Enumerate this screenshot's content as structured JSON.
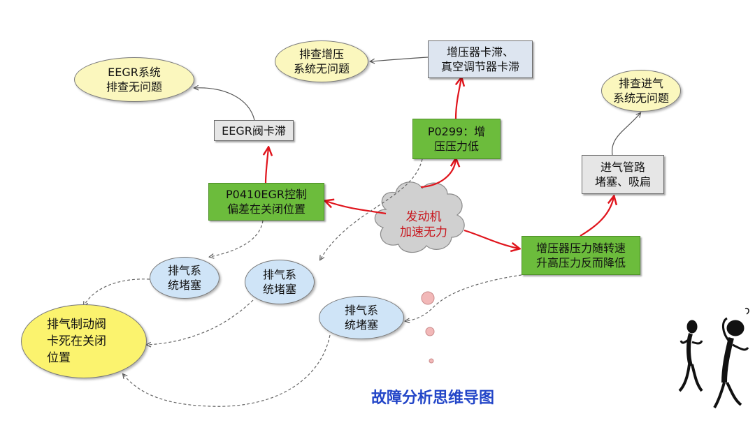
{
  "nodes": {
    "eegr_ok": "EEGR系统\n排查无问题",
    "eegr_valve": "EEGR阀卡滞",
    "p0410": "P0410EGR控制\n偏差在关闭位置",
    "boost_ok": "排查增压\n系统无问题",
    "turbo_stuck": "增压器卡滞、\n真空调节器卡滞",
    "p0299": "P0299：增\n压压力低",
    "intake_ok": "排查进气\n系统无问题",
    "intake_block": "进气管路\n堵塞、吸扁",
    "boost_drop": "增压器压力随转速\n升高压力反而降低",
    "center": "发动机\n加速无力",
    "exhaust1": "排气系\n统堵塞",
    "exhaust2": "排气系\n统堵塞",
    "exhaust3": "排气系\n统堵塞",
    "brake_valve": "排气制动阀\n卡死在关闭\n位置"
  },
  "title": "故障分析思维导图",
  "colors": {
    "red_arrow": "#e0141c",
    "dash_arrow": "#666666",
    "title_blue": "#2346c8",
    "green_box": "#6cbc3c",
    "cloud_fill": "#d0d0d0"
  }
}
